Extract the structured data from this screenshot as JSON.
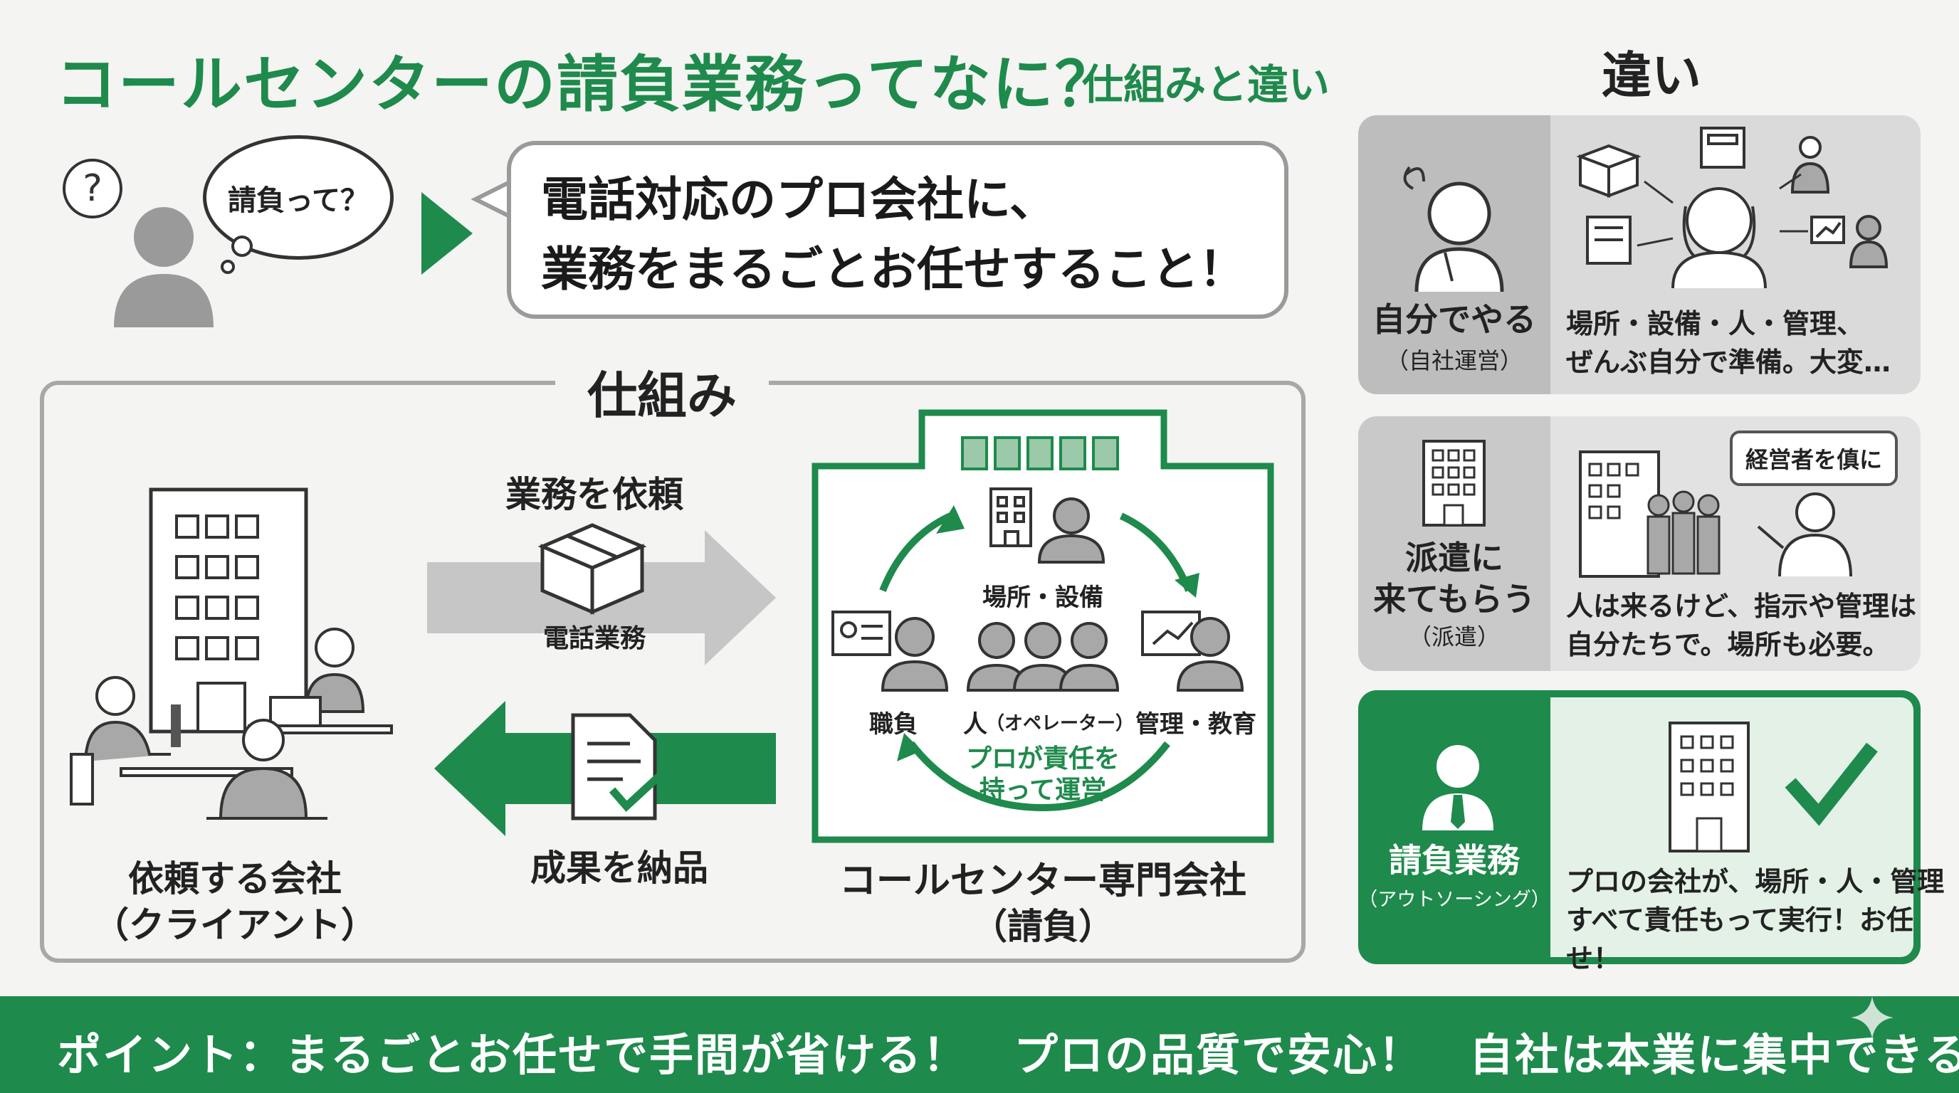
{
  "header": {
    "title": "コールセンターの請負業務ってなに？",
    "subtitle": "仕組みと違い",
    "diff_title": "違い"
  },
  "intro": {
    "question_mark": "?",
    "bubble_text": "請負って？",
    "definition": "電話対応のプロ会社に、\n業務をまるごとお任せすること！"
  },
  "mechanism": {
    "title": "仕組み",
    "request_label": "業務を依頼",
    "package_label": "電話業務",
    "deliver_label": "成果を納品",
    "client_name": "依頼する会社",
    "client_sub": "（クライアント）",
    "vendor_name": "コールセンター専門会社",
    "vendor_sub": "（請負）",
    "cycle": {
      "place": "場所・設備",
      "staff": "職負",
      "people": "人",
      "people_sub": "（オペレーター）",
      "management": "管理・教育",
      "responsibility": "プロが責任を\n持って運営"
    }
  },
  "differences": [
    {
      "title": "自分でやる",
      "sub": "（自社運営）",
      "desc": "場所・設備・人・管理、\nぜんぶ自分で準備。大変…"
    },
    {
      "title": "派遣に\n来てもらう",
      "sub": "（派遣）",
      "desc": "人は来るけど、指示や管理は\n自分たちで。場所も必要。",
      "speech": "経営者を傎に"
    },
    {
      "title": "請負業務",
      "sub": "（アウトソーシング）",
      "desc": "プロの会社が、場所・人・管理\nすべて責任もって実行！お任せ！"
    }
  ],
  "footer": {
    "text": "ポイント：まるごとお任せで手間が省ける！　プロの品質で安心！　自社は本業に集中できる！"
  },
  "colors": {
    "accent": "#1e8a4c",
    "gray_panel": "#c9c9c9",
    "light_green": "#e3f1e6"
  }
}
